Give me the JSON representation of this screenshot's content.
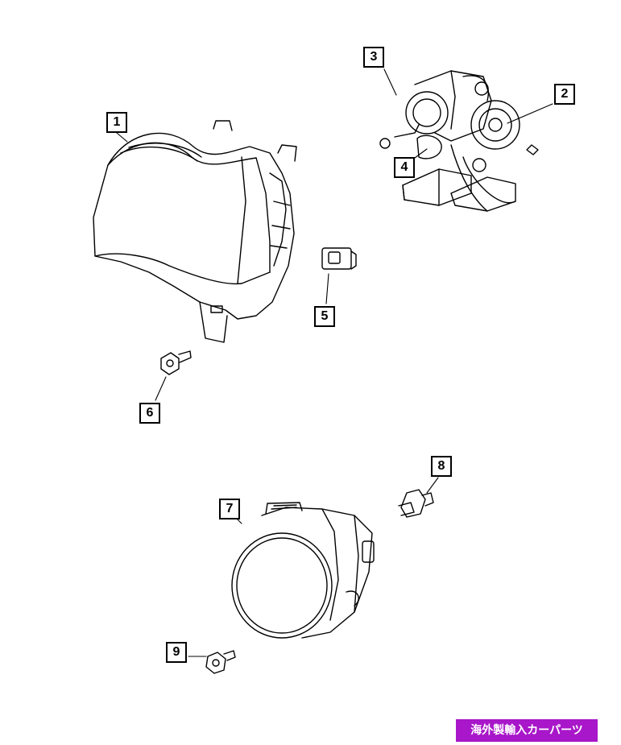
{
  "callouts": [
    {
      "id": "1",
      "label": "1"
    },
    {
      "id": "2",
      "label": "2"
    },
    {
      "id": "3",
      "label": "3"
    },
    {
      "id": "4",
      "label": "4"
    },
    {
      "id": "5",
      "label": "5"
    },
    {
      "id": "6",
      "label": "6"
    },
    {
      "id": "7",
      "label": "7"
    },
    {
      "id": "8",
      "label": "8"
    },
    {
      "id": "9",
      "label": "9"
    }
  ],
  "banner": {
    "text": "海外製輸入カーパーツ",
    "color": "#a817c9"
  },
  "colors": {
    "line": "#000000",
    "background": "#ffffff"
  }
}
